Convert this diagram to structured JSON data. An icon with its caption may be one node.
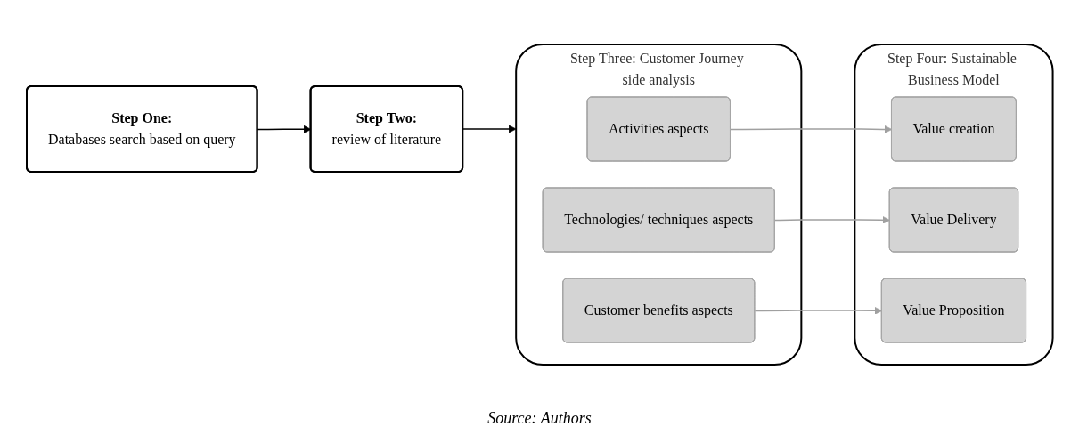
{
  "diagram": {
    "caption": "Source: Authors",
    "nodes": [
      {
        "text": [
          "Step One:",
          "Databases search based on query"
        ]
      },
      {
        "text": [
          "Step Two:",
          "review of literature"
        ]
      },
      {
        "text": [
          "Step Three: Customer Journey side analysis"
        ]
      },
      {
        "text": [
          "Activities aspects"
        ],
        "in": 2
      },
      {
        "text": [
          "Technologies/ techniques aspects"
        ],
        "in": 2
      },
      {
        "text": [
          "Customer benefits aspects"
        ],
        "in": 2
      },
      {
        "text": [
          "Step Four: Sustainable Business Model"
        ]
      },
      {
        "text": [
          "Value creation"
        ],
        "in": 6
      },
      {
        "text": [
          "Value Delivery"
        ],
        "in": 6
      },
      {
        "text": [
          "Value Proposition"
        ],
        "in": 6
      }
    ],
    "edges": [
      {
        "from": 0,
        "to": 1,
        "arrow": "to",
        "color": "#000000"
      },
      {
        "from": 1,
        "to": 2,
        "arrow": "to",
        "color": "#000000"
      },
      {
        "from": 3,
        "to": 7,
        "arrow": "to",
        "color": "#a0a0a0"
      },
      {
        "from": 4,
        "to": 8,
        "arrow": "to",
        "color": "#a0a0a0"
      },
      {
        "from": 5,
        "to": 9,
        "arrow": "to",
        "color": "#a0a0a0"
      }
    ]
  }
}
